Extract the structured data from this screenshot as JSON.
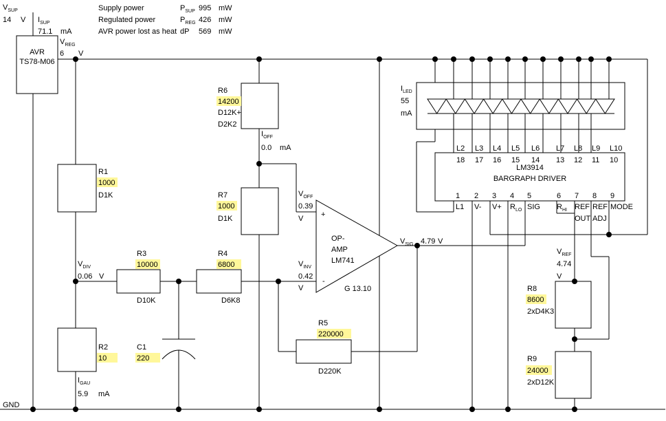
{
  "summary": {
    "supply_power_label": "Supply power",
    "supply_power_sym": "P",
    "supply_power_sub": "SUP",
    "supply_power_value": "995",
    "supply_power_unit": "mW",
    "regulated_power_label": "Regulated power",
    "regulated_power_sym": "P",
    "regulated_power_sub": "REG",
    "regulated_power_value": "426",
    "regulated_power_unit": "mW",
    "avr_loss_label": "AVR power lost as heat",
    "avr_loss_sym": "dP",
    "avr_loss_value": "569",
    "avr_loss_unit": "mW"
  },
  "supply": {
    "vsup_sym": "V",
    "vsup_sub": "SUP",
    "vsup_value": "14",
    "vsup_unit": "V",
    "isup_sym": "I",
    "isup_sub": "SUP",
    "isup_value": "71.1",
    "isup_unit": "mA",
    "vreg_sym": "V",
    "vreg_sub": "REG",
    "vreg_value": "6",
    "vreg_unit": "V",
    "gnd_label": "GND"
  },
  "regulator": {
    "line1": "AVR",
    "line2": "TS78-M06"
  },
  "r1": {
    "name": "R1",
    "value": "1000",
    "code": "D1K"
  },
  "r2": {
    "name": "R2",
    "value": "10"
  },
  "r3": {
    "name": "R3",
    "value": "10000",
    "code": "D10K"
  },
  "r4": {
    "name": "R4",
    "value": "6800",
    "code": "D6K8"
  },
  "r5": {
    "name": "R5",
    "value": "220000",
    "code": "D220K"
  },
  "r6": {
    "name": "R6",
    "value": "14200",
    "code1": "D12K+",
    "code2": "D2K2"
  },
  "r7": {
    "name": "R7",
    "value": "1000",
    "code": "D1K"
  },
  "r8": {
    "name": "R8",
    "value": "8600",
    "code": "2xD4K3"
  },
  "r9": {
    "name": "R9",
    "value": "24000",
    "code": "2xD12K"
  },
  "c1": {
    "name": "C1",
    "value": "220"
  },
  "measurements": {
    "vdiv_sym": "V",
    "vdiv_sub": "DIV",
    "vdiv_value": "0.06",
    "vdiv_unit": "V",
    "igau_sym": "I",
    "igau_sub": "GAU",
    "igau_value": "5.9",
    "igau_unit": "mA",
    "ioff_sym": "I",
    "ioff_sub": "OFF",
    "ioff_value": "0.0",
    "ioff_unit": "mA",
    "voff_sym": "V",
    "voff_sub": "OFF",
    "voff_value": "0.39",
    "voff_unit": "V",
    "vinv_sym": "V",
    "vinv_sub": "INV",
    "vinv_value": "0.42",
    "vinv_unit": "V",
    "vsig_sym": "V",
    "vsig_sub": "SIG",
    "vsig_value": "4.79",
    "vsig_unit": "V",
    "vref_sym": "V",
    "vref_sub": "REF",
    "vref_value": "4.74",
    "vref_unit": "V",
    "iled_sym": "I",
    "iled_sub": "LED",
    "iled_value": "55",
    "iled_unit": "mA"
  },
  "opamp": {
    "line1": "OP-",
    "line2": "AMP",
    "line3": "LM741",
    "plus": "+",
    "minus": "-",
    "gain": "G  13.10"
  },
  "driver": {
    "name": "LM3914",
    "title": "BARGRAPH DRIVER",
    "top_labels": [
      "L2",
      "L3",
      "L4",
      "L5",
      "L6",
      "L7",
      "L8",
      "L9",
      "L10"
    ],
    "top_pins": [
      "18",
      "17",
      "16",
      "15",
      "14",
      "13",
      "12",
      "11",
      "10"
    ],
    "bottom_pins": [
      "1",
      "2",
      "3",
      "4",
      "5",
      "6",
      "7",
      "8",
      "9"
    ],
    "bottom_labels": [
      "L1",
      "V-",
      "V+",
      "R",
      "SIG",
      "R",
      "REF",
      "REF",
      "MODE"
    ],
    "bottom_subs": [
      "",
      "",
      "",
      "LO",
      "",
      "HI",
      "",
      "",
      ""
    ],
    "bottom_labels2": [
      "",
      "",
      "",
      "",
      "",
      "",
      "OUT",
      "ADJ",
      ""
    ]
  }
}
